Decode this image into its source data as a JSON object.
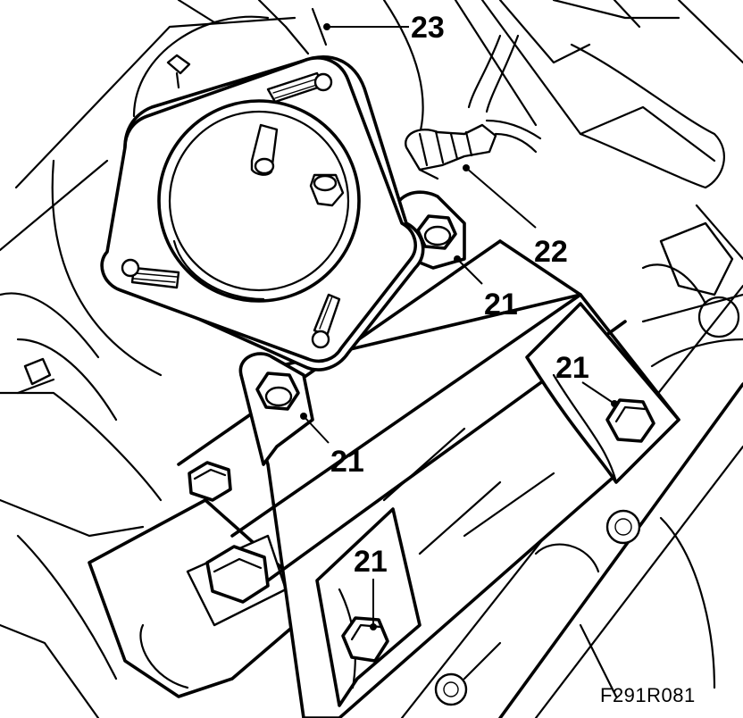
{
  "figure": {
    "code": "F291R081",
    "callouts": [
      {
        "id": "c23",
        "text": "23"
      },
      {
        "id": "c22",
        "text": "22"
      },
      {
        "id": "c21a",
        "text": "21"
      },
      {
        "id": "c21b",
        "text": "21"
      },
      {
        "id": "c21c",
        "text": "21"
      },
      {
        "id": "c21d",
        "text": "21"
      }
    ]
  }
}
